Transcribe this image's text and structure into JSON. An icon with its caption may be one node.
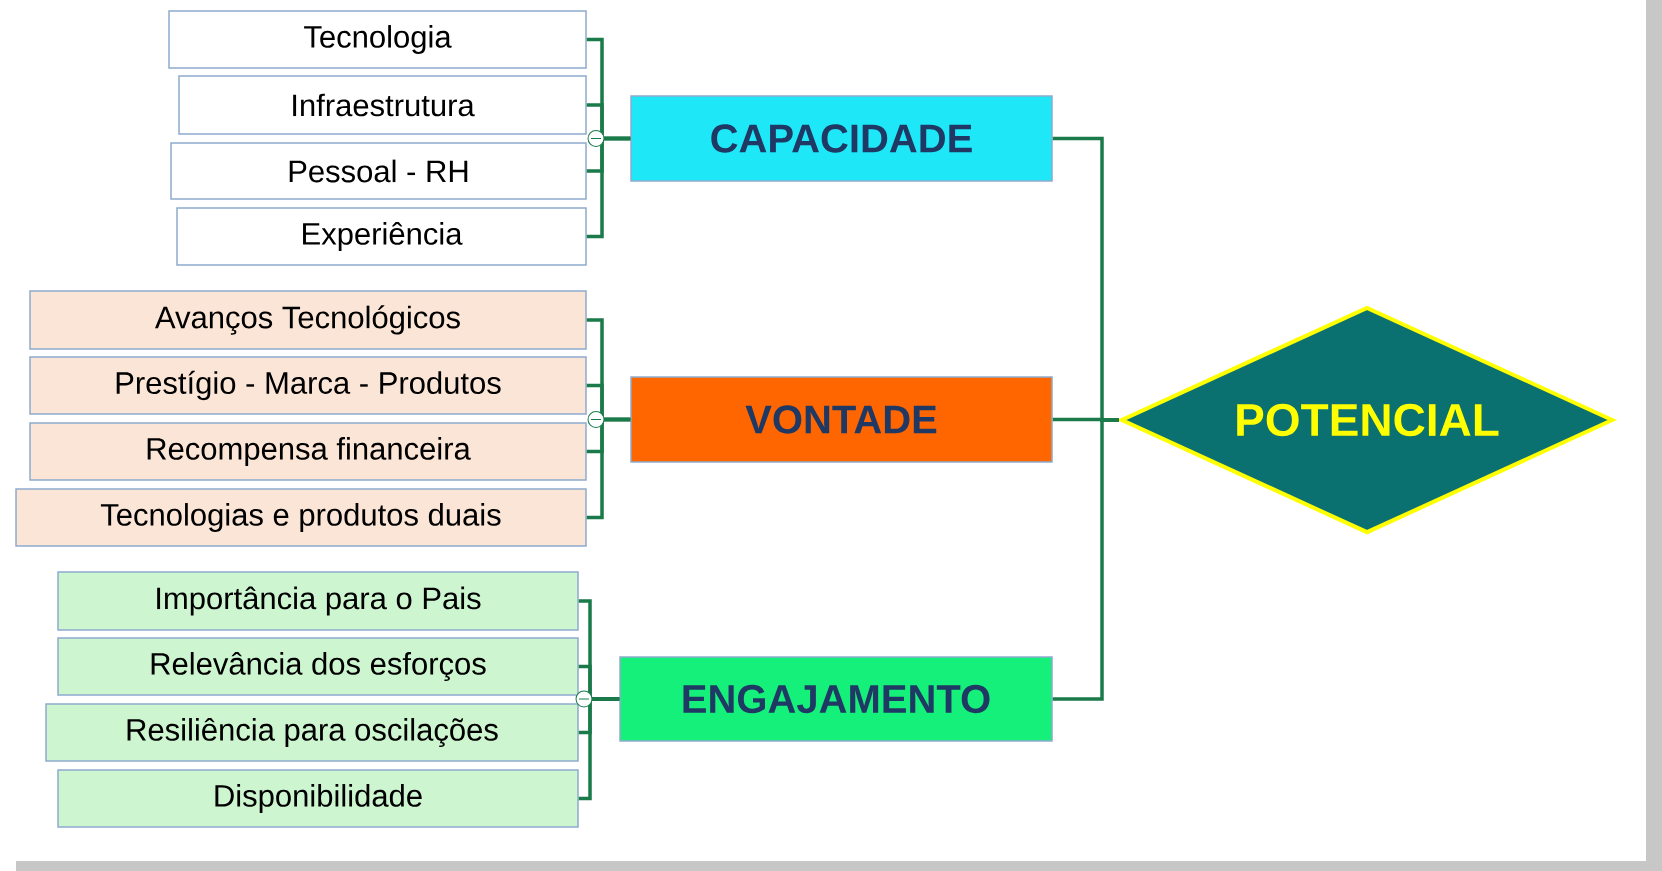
{
  "diagram": {
    "nodes": [
      {
        "text": [
          "POTENCIAL"
        ]
      },
      {
        "text": [
          "CAPACIDADE"
        ]
      },
      {
        "text": [
          "VONTADE"
        ]
      },
      {
        "text": [
          "ENGAJAMENTO"
        ]
      },
      {
        "text": [
          "Tecnologia"
        ]
      },
      {
        "text": [
          "Infraestrutura"
        ]
      },
      {
        "text": [
          "Pessoal - RH"
        ]
      },
      {
        "text": [
          "Experiência"
        ]
      },
      {
        "text": [
          "Avanços Tecnológicos"
        ]
      },
      {
        "text": [
          "Prestígio - Marca - Produtos"
        ]
      },
      {
        "text": [
          "Recompensa financeira"
        ]
      },
      {
        "text": [
          "Tecnologias e produtos duais"
        ]
      },
      {
        "text": [
          "Importância para o Pais"
        ]
      },
      {
        "text": [
          "Relevância dos esforços"
        ]
      },
      {
        "text": [
          "Resiliência para oscilações"
        ]
      },
      {
        "text": [
          "Disponibilidade"
        ]
      }
    ],
    "edges": [
      {
        "from": 1,
        "to": 0,
        "arrow": "none"
      },
      {
        "from": 2,
        "to": 0,
        "arrow": "none"
      },
      {
        "from": 3,
        "to": 0,
        "arrow": "none"
      },
      {
        "from": 4,
        "to": 1,
        "arrow": "none"
      },
      {
        "from": 5,
        "to": 1,
        "arrow": "none"
      },
      {
        "from": 6,
        "to": 1,
        "arrow": "none"
      },
      {
        "from": 7,
        "to": 1,
        "arrow": "none"
      },
      {
        "from": 8,
        "to": 2,
        "arrow": "none"
      },
      {
        "from": 9,
        "to": 2,
        "arrow": "none"
      },
      {
        "from": 10,
        "to": 2,
        "arrow": "none"
      },
      {
        "from": 11,
        "to": 2,
        "arrow": "none"
      },
      {
        "from": 12,
        "to": 3,
        "arrow": "none"
      },
      {
        "from": 13,
        "to": 3,
        "arrow": "none"
      },
      {
        "from": 14,
        "to": 3,
        "arrow": "none"
      },
      {
        "from": 15,
        "to": 3,
        "arrow": "none"
      }
    ]
  }
}
